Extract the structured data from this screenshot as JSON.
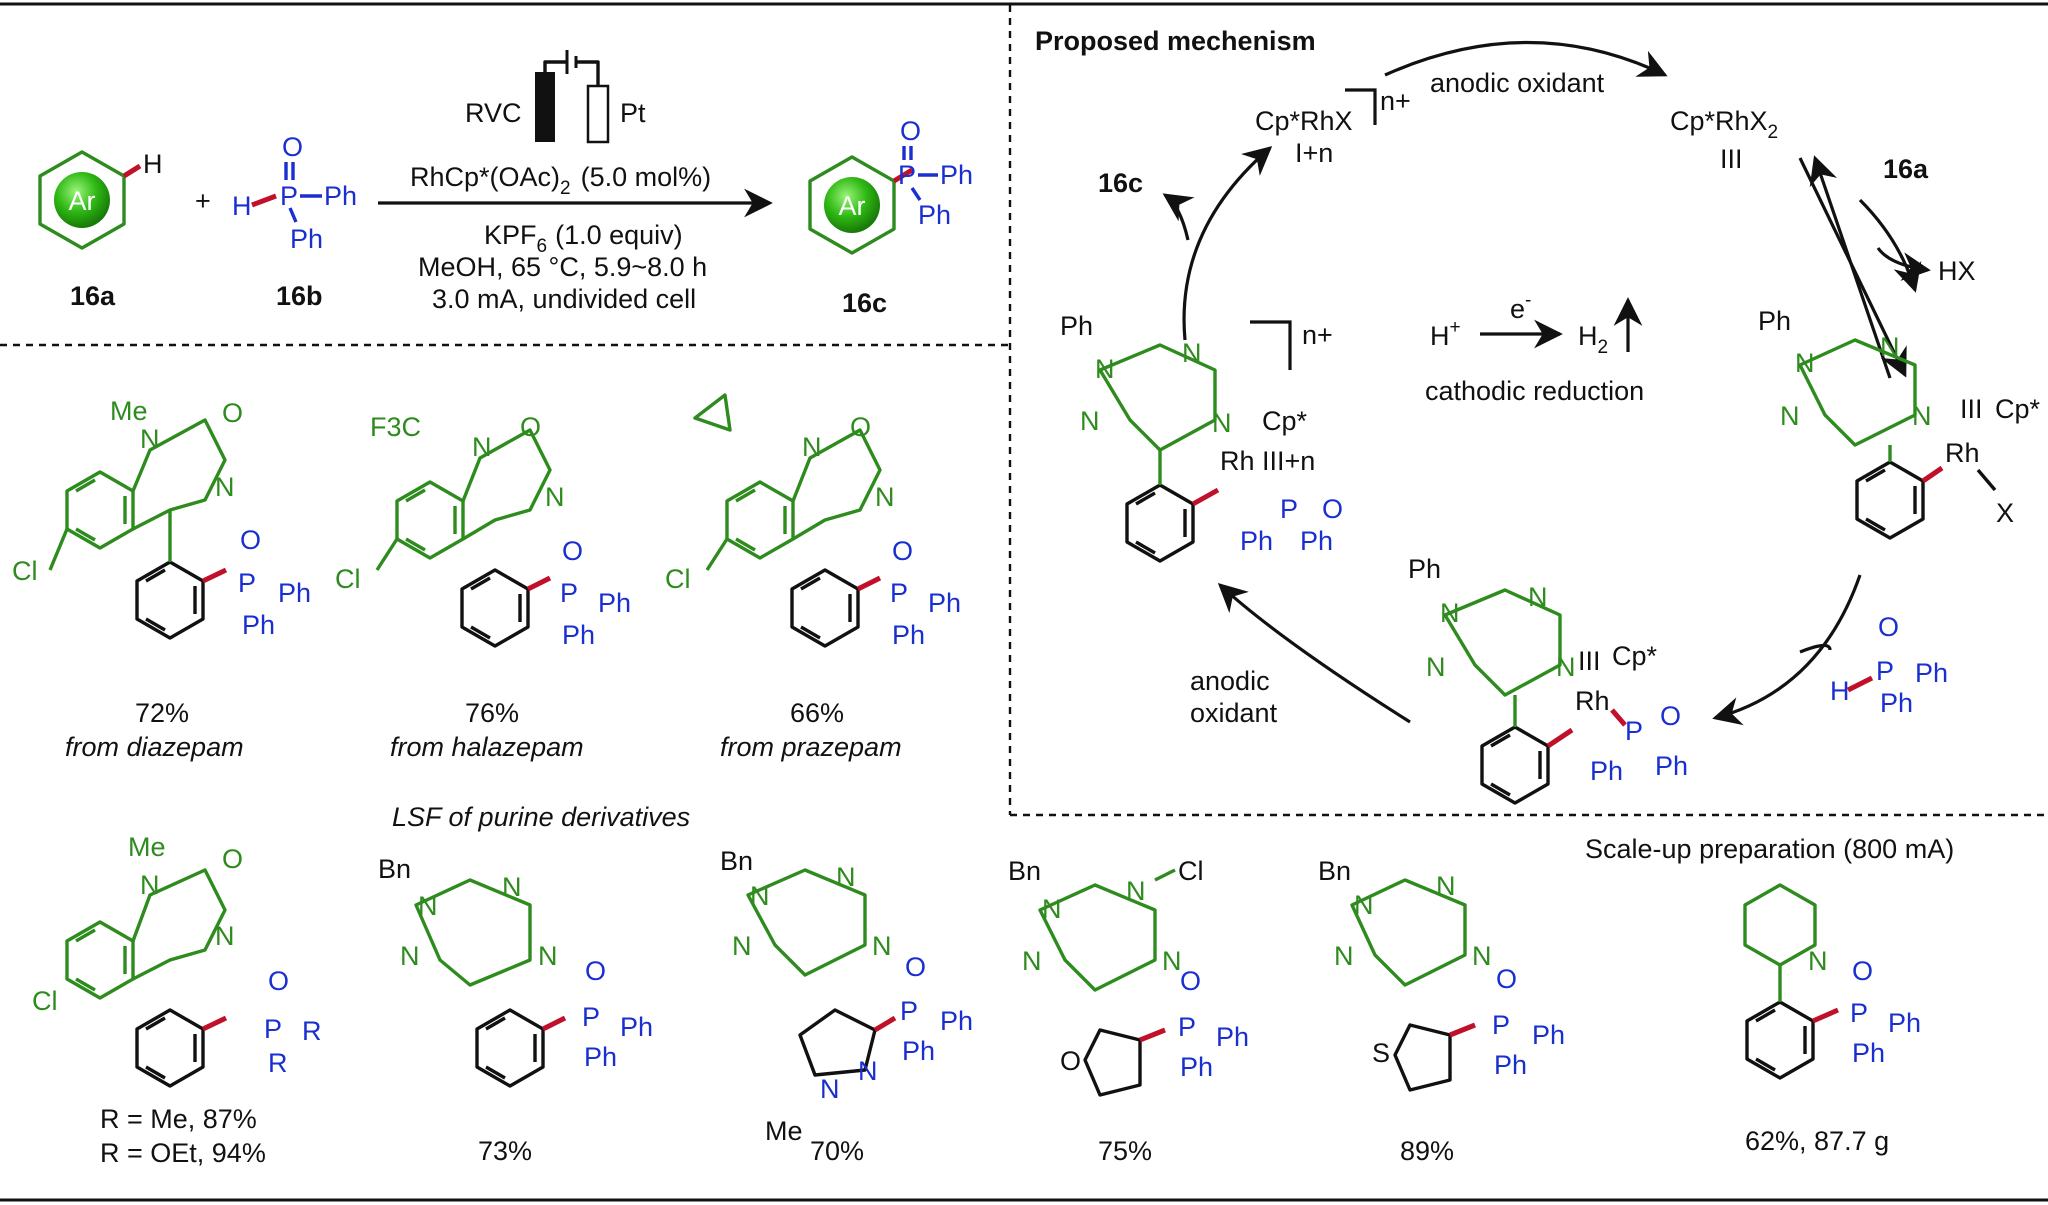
{
  "reaction": {
    "substrate_ar": "Ar",
    "substrate_h": "H",
    "plus": "+",
    "phosphine": {
      "o": "O",
      "p": "P",
      "h": "H",
      "ph1": "Ph",
      "ph2": "Ph"
    },
    "electrode_left": "RVC",
    "electrode_right": "Pt",
    "catalyst": "RhCp*(OAc)",
    "catalyst_sub": "2",
    "catalyst_loading": "(5.0 mol%)",
    "additive": "KPF",
    "additive_sub": "6",
    "additive_amount": "(1.0 equiv)",
    "solvent_conditions": "MeOH, 65 °C, 5.9~8.0 h",
    "current": "3.0 mA, undivided cell",
    "label_a": "16a",
    "label_b": "16b",
    "label_c": "16c"
  },
  "mechanism": {
    "title": "Proposed mechenism",
    "rh_low": "Cp*RhX",
    "rh_low_ox": "I+n",
    "charge": "n+",
    "anodic_top": "anodic oxidant",
    "rh_high": "Cp*RhX",
    "rh_high_sub": "2",
    "rh_high_ox": "III",
    "reagent_16a": "16a",
    "hx": "HX",
    "product_16c": "16c",
    "h_plus": "H",
    "electron": "e",
    "h2": "H",
    "h2_sub": "2",
    "cathodic": "cathodic reduction",
    "anodic_left_1": "anodic",
    "anodic_left_2": "oxidant",
    "ox_III_n": "III+n",
    "ox_III": "III",
    "cp": "Cp*",
    "rh": "Rh",
    "x": "X",
    "ph": "Ph",
    "n": "N",
    "o": "O",
    "p": "P"
  },
  "drugs": [
    {
      "yield": "72%",
      "source": "from diazepam",
      "sub": "Me"
    },
    {
      "yield": "76%",
      "source": "from halazepam",
      "sub": "F3C"
    },
    {
      "yield": "66%",
      "source": "from prazepam",
      "sub": ""
    }
  ],
  "lsf_title": "LSF of purine derivatives",
  "r_variant": {
    "line1": "R = Me,  87%",
    "line2": "R = OEt, 94%",
    "r": "R",
    "me": "Me"
  },
  "purines": [
    {
      "yield": "73%",
      "bn": "Bn"
    },
    {
      "yield": "70%",
      "bn": "Bn",
      "me": "Me"
    },
    {
      "yield": "75%",
      "bn": "Bn",
      "cl": "Cl"
    },
    {
      "yield": "89%",
      "bn": "Bn",
      "s": "S"
    }
  ],
  "scale_up": {
    "title": "Scale-up preparation (800 mA)",
    "yield": "62%, 87.7 g"
  },
  "atoms": {
    "cl": "Cl",
    "n": "N",
    "o": "O",
    "p": "P",
    "ph": "Ph"
  }
}
